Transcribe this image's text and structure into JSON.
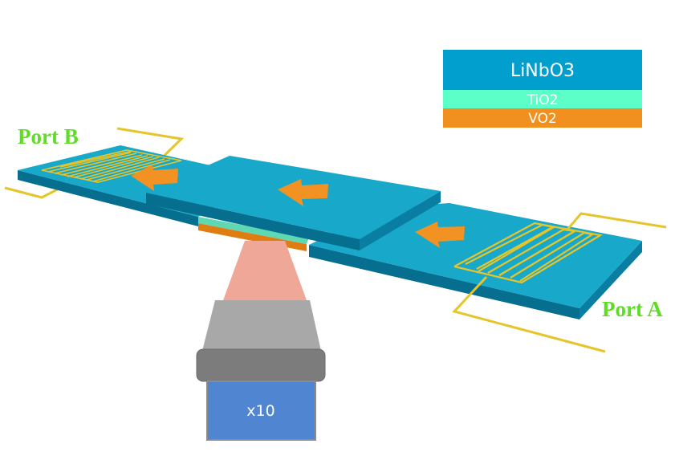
{
  "legend": {
    "layers": [
      {
        "label": "LiNbO3",
        "color": "#009fce"
      },
      {
        "label": "TiO2",
        "color": "#5dffc8"
      },
      {
        "label": "VO2",
        "color": "#f2901f"
      }
    ]
  },
  "ports": {
    "a_label": "Port A",
    "b_label": "Port B",
    "label_color": "#5fdc25"
  },
  "objective": {
    "label": "x10",
    "color": "#4f85d1"
  },
  "colors": {
    "substrate_top": "#18a8c9",
    "substrate_side": "#0a7ea2",
    "substrate_front": "#066f8f",
    "arrow": "#f29223",
    "electrode": "#e6c52b",
    "beam": "#efa898"
  }
}
